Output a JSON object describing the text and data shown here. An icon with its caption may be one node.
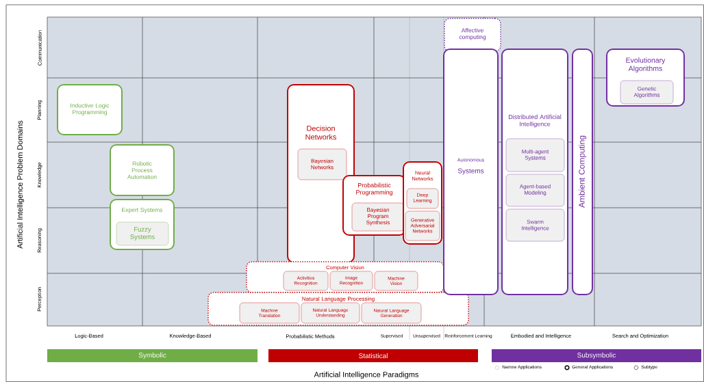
{
  "diagram": {
    "nodes": [
      {
        "text": [
          "Inductive Logic Programming"
        ]
      },
      {
        "text": [
          "Robotic Process Automation"
        ]
      },
      {
        "text": [
          "Expert Systems"
        ]
      },
      {
        "text": [
          "Fuzzy Systems"
        ],
        "in": 2
      },
      {
        "text": [
          "Decision Networks"
        ]
      },
      {
        "text": [
          "Bayesian Networks"
        ],
        "in": 4
      },
      {
        "text": [
          "Probabilistic Programming"
        ]
      },
      {
        "text": [
          "Bayesian Program Synthesis"
        ],
        "in": 6
      },
      {
        "text": [
          "Neural Networks"
        ]
      },
      {
        "text": [
          "Deep Learning"
        ],
        "in": 8
      },
      {
        "text": [
          "Generative Adversarial Networks"
        ],
        "in": 8
      },
      {
        "text": [
          "Computer Vision"
        ]
      },
      {
        "text": [
          "Activities Recognition"
        ],
        "in": 11
      },
      {
        "text": [
          "Image Recognition"
        ],
        "in": 11
      },
      {
        "text": [
          "Machine Vision"
        ],
        "in": 11
      },
      {
        "text": [
          "Natural Language Processing"
        ]
      },
      {
        "text": [
          "Machine Translation"
        ],
        "in": 15
      },
      {
        "text": [
          "Natural Language Understanding"
        ],
        "in": 15
      },
      {
        "text": [
          "Natural Language Generation"
        ],
        "in": 15
      },
      {
        "text": [
          "Affective computing"
        ]
      },
      {
        "text": [
          "Autonomous",
          "Systems"
        ]
      },
      {
        "text": [
          "Distributed Artificial Intelligence"
        ]
      },
      {
        "text": [
          "Multi-agent Systems"
        ],
        "in": 21
      },
      {
        "text": [
          "Agent-based Modeling"
        ],
        "in": 21
      },
      {
        "text": [
          "Swarm Intelligence"
        ],
        "in": 21
      },
      {
        "text": [
          "Ambient Computing"
        ]
      },
      {
        "text": [
          "Evolutionary Algorithms"
        ]
      },
      {
        "text": [
          "Genetic Algorithms"
        ],
        "in": 26
      }
    ],
    "labels": [
      "Artificial Intelligence Problem Domains",
      "Communication",
      "Planning",
      "Knowledge",
      "Reasoning",
      "Perception",
      "Logic-Based",
      "Knowledge-Based",
      "Probabilistic Methods",
      "Supervised",
      "Unsupervised",
      "Reinforcement Learning",
      "Embodied and Intelligence",
      "Search and Optimization",
      "Symbolic",
      "Statistical",
      "Subsymbolic",
      "Artificial Intelligence Paradigms"
    ],
    "legend": [
      {
        "text": "Narrow Applications"
      },
      {
        "text": "General Applications"
      },
      {
        "text": "Subtype"
      }
    ]
  }
}
